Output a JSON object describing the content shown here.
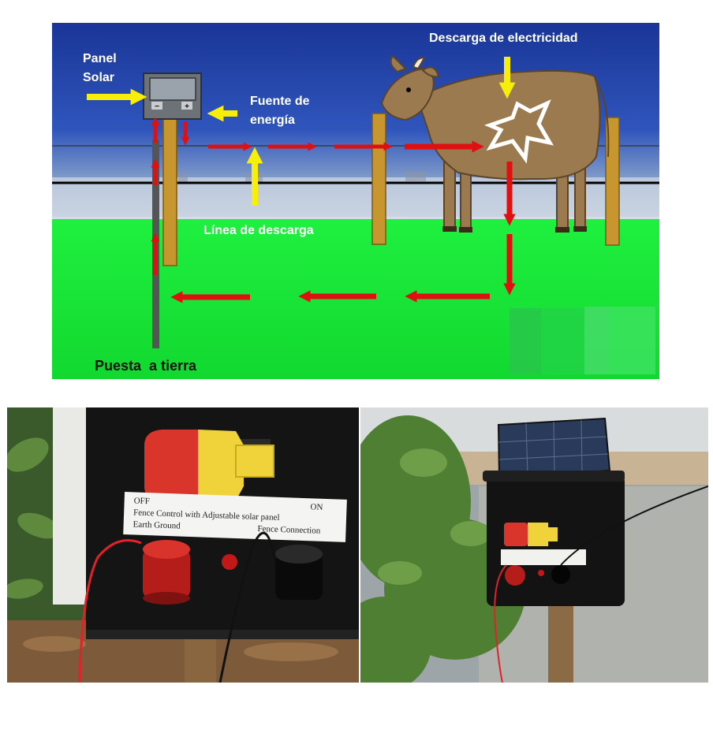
{
  "diagram": {
    "labels": {
      "solar_panel_line1": "Panel",
      "solar_panel_line2": "Solar",
      "power_source_line1": "Fuente de",
      "power_source_line2": "energía",
      "shock": "Descarga de electricidad",
      "discharge_line": "Línea de descarga",
      "ground": "Puesta  a tierra"
    },
    "device_symbols": {
      "minus": "−",
      "plus": "+"
    },
    "colors": {
      "sky_top": "#1d3a9c",
      "sky_bottom": "#b7c4d9",
      "grass": "#17e838",
      "arrow_red": "#e01010",
      "arrow_yellow": "#f7ef0a",
      "post": "#c7962e",
      "cow": "#9a7a4e"
    }
  },
  "photo_left": {
    "terminal_label": {
      "line1_left": "OFF",
      "line1_right": "ON",
      "line2": "Fence Control with Adjustable solar panel",
      "line3_left": "Earth Ground",
      "line3_right": "Fence Connection"
    }
  }
}
